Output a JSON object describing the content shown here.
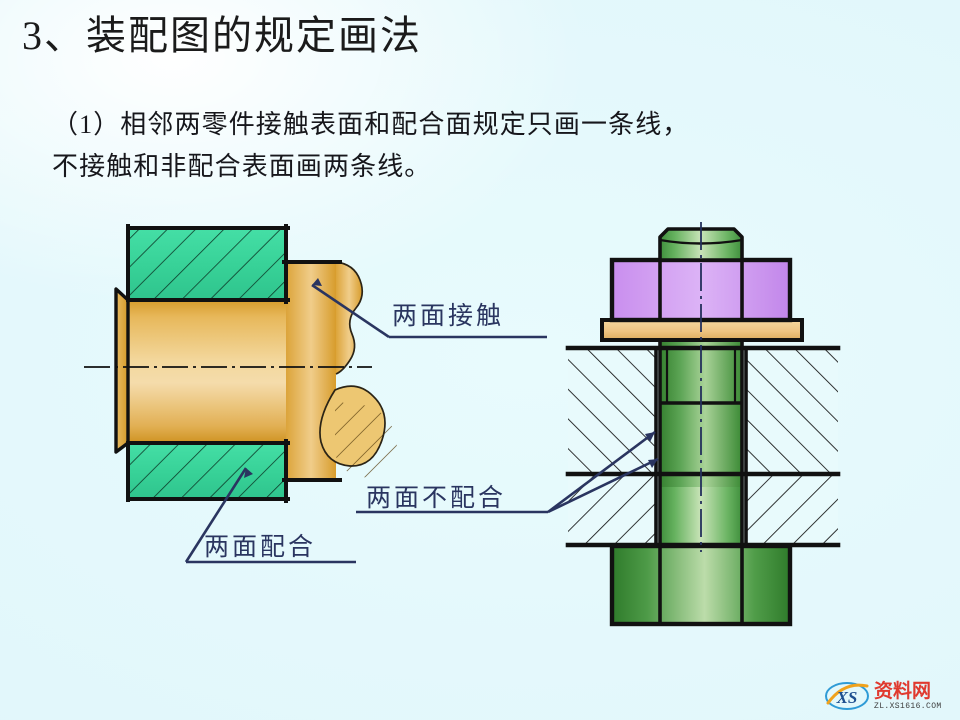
{
  "slide": {
    "background_color": "#e4f8fb",
    "title": "3、装配图的规定画法",
    "body_line_1": "（1）相邻两零件接触表面和配合面规定只画一条线，",
    "body_line_2": "不接触和非配合表面画两条线。"
  },
  "annotations": {
    "contact": "两面接触",
    "no_fit": "两面不配合",
    "fit": "两面配合",
    "color": "#2a3560"
  },
  "figures": {
    "left": {
      "name": "shaft-in-housing-section",
      "parts": [
        {
          "label": "housing-block",
          "color": "#3ed79f",
          "hatch": "forward-45"
        },
        {
          "label": "shaft",
          "color": "#e8b659",
          "hatch": "none"
        },
        {
          "label": "shaft-break-section",
          "color": "#e6b857",
          "hatch": "forward-45"
        }
      ],
      "centerline": "dash-dot"
    },
    "right": {
      "name": "bolt-joint-section",
      "parts": [
        {
          "label": "nut",
          "color": "#d49cf0"
        },
        {
          "label": "washer",
          "color": "#f0c984"
        },
        {
          "label": "bolt-shank",
          "color": "#6fbf63"
        },
        {
          "label": "bolt-head",
          "color": "#6fbf63"
        },
        {
          "label": "upper-plate",
          "hatch": "forward-45",
          "color": "#e4f8fb"
        },
        {
          "label": "lower-plate",
          "hatch": "back-45",
          "color": "#e4f8fb"
        }
      ],
      "centerline": "dash-dot"
    }
  },
  "watermark": {
    "mark": "XS",
    "name": "资料网",
    "url": "ZL.XS1616.COM",
    "accent": "#e03a2f"
  }
}
